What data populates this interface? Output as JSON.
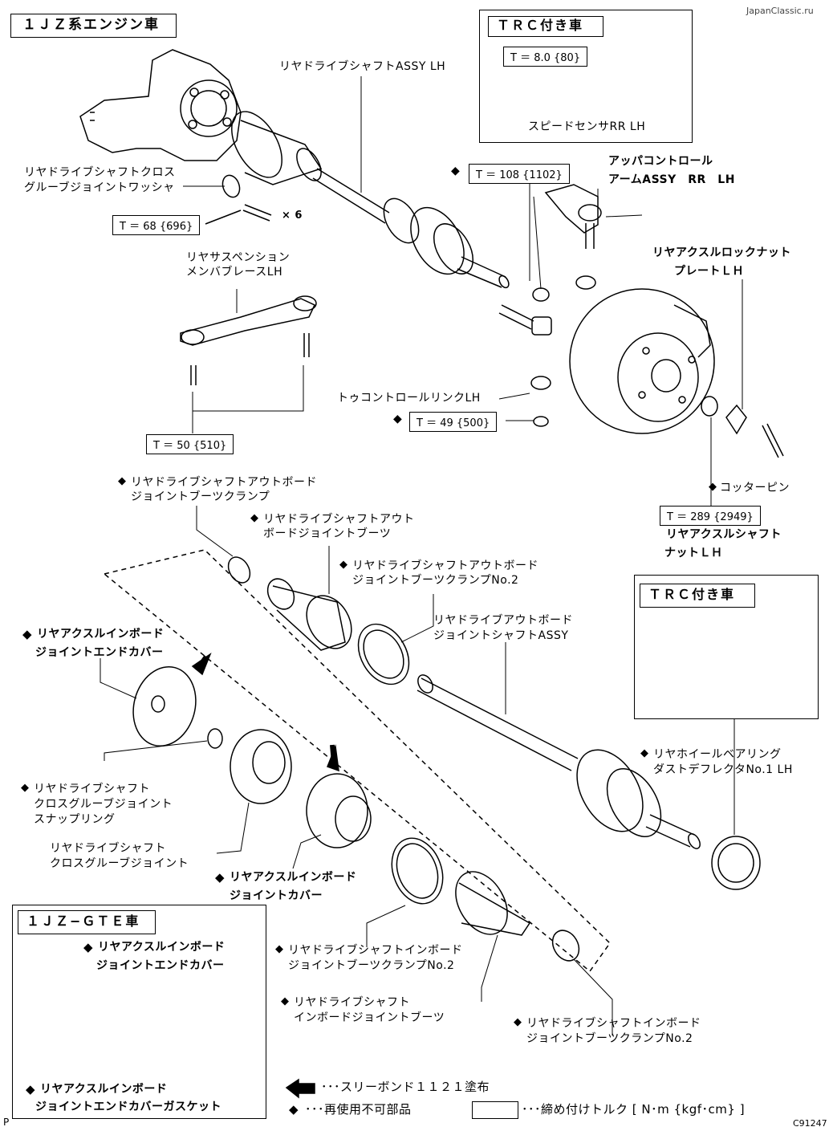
{
  "watermark": "JapanClassic.ru",
  "titles": {
    "engine_1jz": "１ＪＺ系エンジン車",
    "trc_top": "ＴＲＣ付き車",
    "trc_right": "ＴＲＣ付き車",
    "gte": "１ＪＺ−ＧＴＥ車"
  },
  "torques": {
    "t_80": "T ＝ 8.0 {80}",
    "t_108": "T ＝ 108 {1102}",
    "t_68": "T ＝ 68 {696}",
    "t_50": "T ＝ 50 {510}",
    "t_49": "T ＝ 49 {500}",
    "t_289": "T ＝ 289 {2949}"
  },
  "multiplier": "× 6",
  "diamond": "◆",
  "labels": {
    "shaft_assy_lh": "リヤドライブシャフトASSY LH",
    "speed_sensor": "スピードセンサRR LH",
    "cross_groove_washer_1": "リヤドライブシャフトクロス",
    "cross_groove_washer_2": "グルーブジョイントワッシャ",
    "upper_arm_1": "アッパコントロール",
    "upper_arm_2": "アームASSY　RR　LH",
    "lock_nut_plate_1": "リヤアクスルロックナット",
    "lock_nut_plate_2": "プレートＬＨ",
    "member_brace_1": "リヤサスペンション",
    "member_brace_2": "メンバブレースLH",
    "toe_link": "トゥコントロールリンクLH",
    "cotter_pin": "コッターピン",
    "shaft_nut_1": "リヤアクスルシャフト",
    "shaft_nut_2": "ナットＬＨ",
    "ob_clamp_1": "リヤドライブシャフトアウトボード",
    "ob_clamp_2": "ジョイントブーツクランプ",
    "ob_boot_1": "リヤドライブシャフトアウト",
    "ob_boot_2": "ボードジョイントブーツ",
    "ob_clamp2_1": "リヤドライブシャフトアウトボード",
    "ob_clamp2_2": "ジョイントブーツクランプNo.2",
    "ob_shaft_1": "リヤドライブアウトボード",
    "ob_shaft_2": "ジョイントシャフトASSY",
    "ib_end_cover_1": "リヤアクスルインボード",
    "ib_end_cover_2": "ジョイントエンドカバー",
    "deflector_1": "リヤホイールベアリング",
    "deflector_2": "ダストデフレクタNo.1 LH",
    "snap_ring_1": "リヤドライブシャフト",
    "snap_ring_2": "クロスグルーブジョイント",
    "snap_ring_3": "スナップリング",
    "cross_joint_1": "リヤドライブシャフト",
    "cross_joint_2": "クロスグルーブジョイント",
    "ib_cover_1": "リヤアクスルインボード",
    "ib_cover_2": "ジョイントカバー",
    "ib_clamp2a_1": "リヤドライブシャフトインボード",
    "ib_clamp2a_2": "ジョイントブーツクランプNo.2",
    "ib_boot_1": "リヤドライブシャフト",
    "ib_boot_2": "インボードジョイントブーツ",
    "ib_clamp2b_1": "リヤドライブシャフトインボード",
    "ib_clamp2b_2": "ジョイントブーツクランプNo.2",
    "gte_end_cover_1": "リヤアクスルインボード",
    "gte_end_cover_2": "ジョイントエンドカバー",
    "gte_gasket_1": "リヤアクスルインボード",
    "gte_gasket_2": "ジョイントエンドカバーガスケット"
  },
  "legend": {
    "threebond": "･･･スリーボンド１１２１塗布",
    "non_reusable": "･･･再使用不可部品",
    "torque": "･･･締め付けトルク [ N･m {kgf･cm} ]"
  },
  "footer": {
    "page_mark": "P",
    "figure_code": "C91247"
  }
}
